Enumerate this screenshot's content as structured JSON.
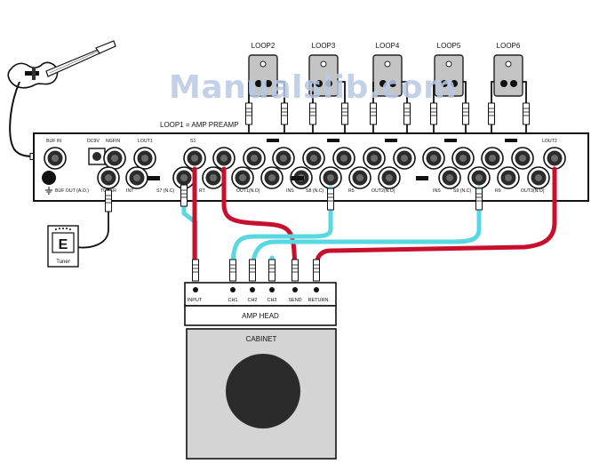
{
  "watermark": "Manualslib.com",
  "loops": [
    "LOOP2",
    "LOOP3",
    "LOOP4",
    "LOOP5",
    "LOOP6"
  ],
  "unit": {
    "title": "LOOP1 = AMP PREAMP",
    "jack_labels": {
      "buf_in": "BUF IN",
      "dc9v": "DC9V",
      "ngfin": "NGFIN",
      "lout1": "LOUT1",
      "s1": "S1",
      "lout2": "LOUT2",
      "buf_out": "BUF OUT (A.O.)",
      "tuner_jack": "TUNER",
      "int": "INT",
      "s7": "S7 (N.C)",
      "rt": "RT",
      "out1": "OUT1(N.O)",
      "ins_left": "INS",
      "s8": "S8 (N.C)",
      "r5": "R5",
      "out2": "OUT2(N.O)",
      "ins_right": "INS",
      "s9": "S9 (N.C)",
      "r9": "R9",
      "out3": "OUT3(N.O)"
    }
  },
  "tuner": {
    "display": "E",
    "label": "Tuner"
  },
  "amp_head": {
    "title": "AMP HEAD",
    "inputs": [
      "INPUT",
      "CH1",
      "CH2",
      "CH3",
      "SEND",
      "RETURN"
    ]
  },
  "cabinet": {
    "title": "CABINET"
  },
  "colors": {
    "red_cable": "#c8102e",
    "cyan_cable": "#5ad8e2",
    "grey_panel": "#d4d4d4",
    "speaker": "#2b2b2b"
  }
}
